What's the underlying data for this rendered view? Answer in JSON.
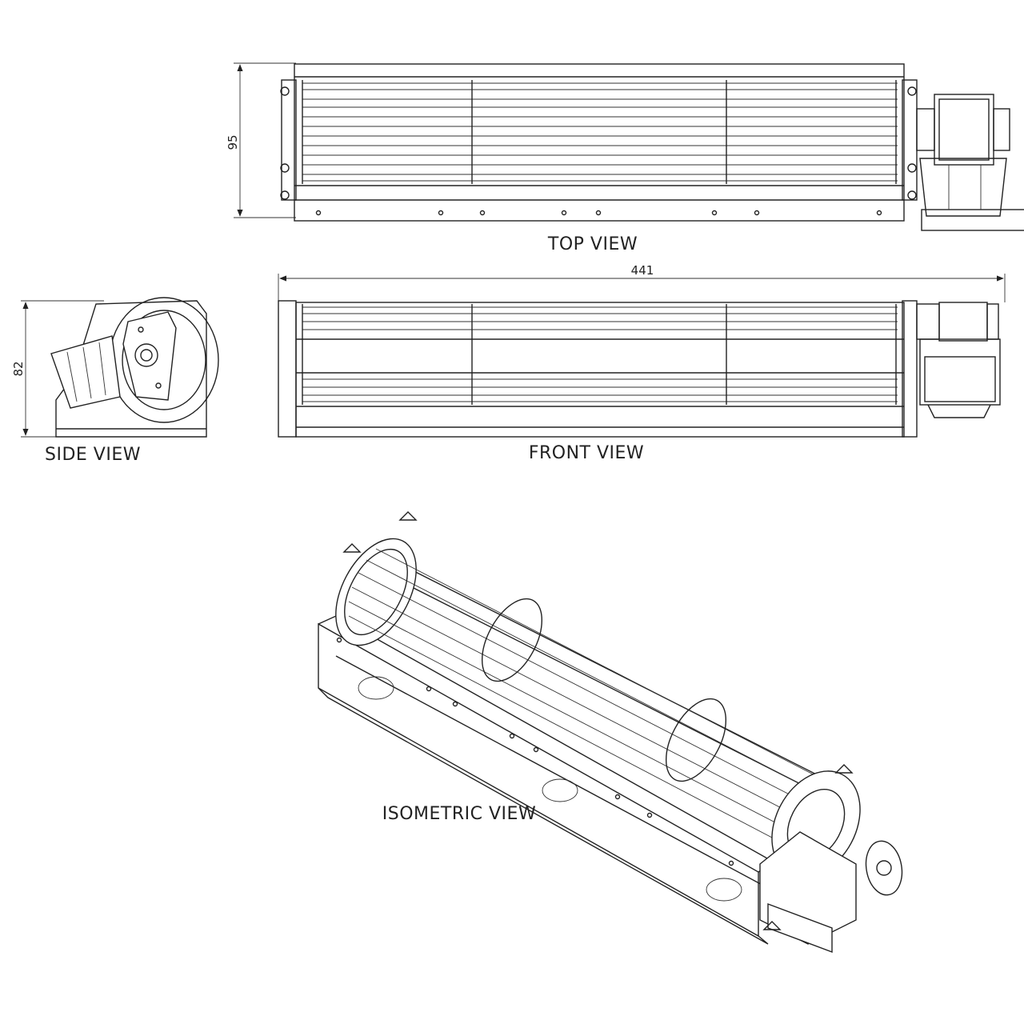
{
  "labels": {
    "top_view": "TOP VIEW",
    "front_view": "FRONT VIEW",
    "side_view": "SIDE VIEW",
    "isometric_view": "ISOMETRIC VIEW"
  },
  "dimensions": {
    "height_top": "95",
    "length_front": "441",
    "height_side": "82"
  }
}
